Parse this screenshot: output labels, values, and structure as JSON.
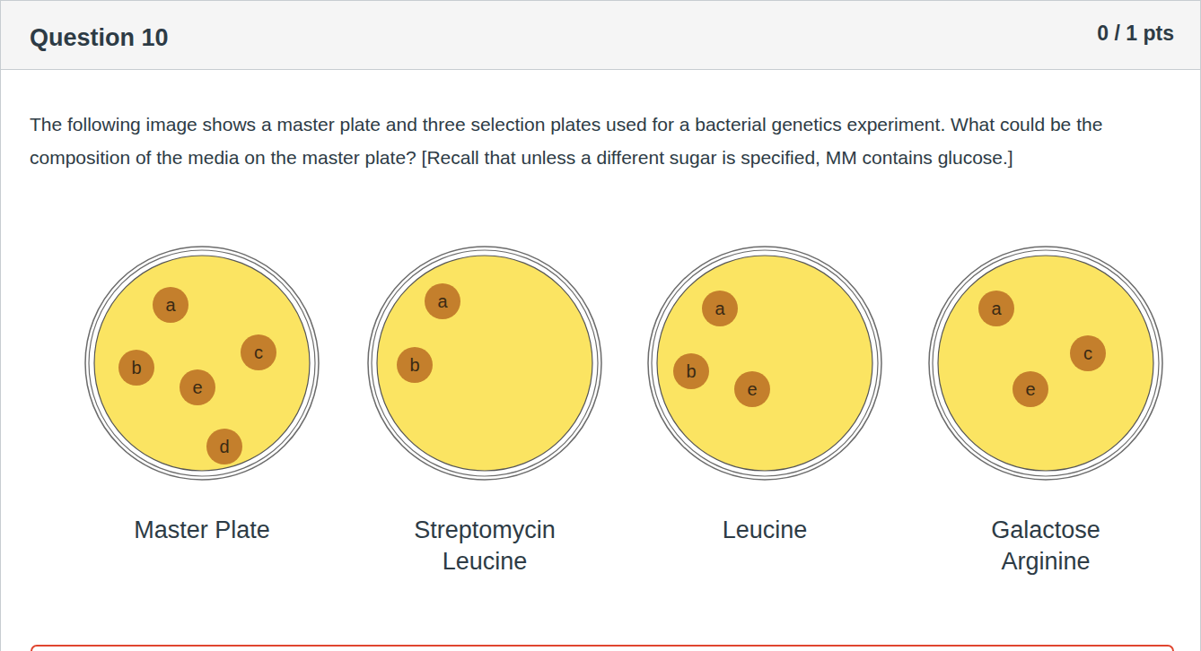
{
  "diagram": {
    "title": "Question 10",
    "nodes": [
      {
        "text": [
          "Master Plate"
        ]
      },
      {
        "text": [
          "a"
        ],
        "in": 0
      },
      {
        "text": [
          "b"
        ],
        "in": 0
      },
      {
        "text": [
          "c"
        ],
        "in": 0
      },
      {
        "text": [
          "e"
        ],
        "in": 0
      },
      {
        "text": [
          "d"
        ],
        "in": 0
      },
      {
        "text": [
          "Streptomycin Leucine"
        ]
      },
      {
        "text": [
          "a"
        ],
        "in": 6
      },
      {
        "text": [
          "b"
        ],
        "in": 6
      },
      {
        "text": [
          "Leucine"
        ]
      },
      {
        "text": [
          "a"
        ],
        "in": 9
      },
      {
        "text": [
          "b"
        ],
        "in": 9
      },
      {
        "text": [
          "e"
        ],
        "in": 9
      },
      {
        "text": [
          "Galactose Arginine"
        ]
      },
      {
        "text": [
          "a"
        ],
        "in": 13
      },
      {
        "text": [
          "c"
        ],
        "in": 13
      },
      {
        "text": [
          "e"
        ],
        "in": 13
      }
    ],
    "labels": [
      "0 / 1 pts",
      "The following image shows a master plate and three selection plates used for a bacterial genetics experiment. What could be the composition of the media on the master plate? [Recall that unless a different sugar is specified, MM contains glucose.]"
    ]
  }
}
